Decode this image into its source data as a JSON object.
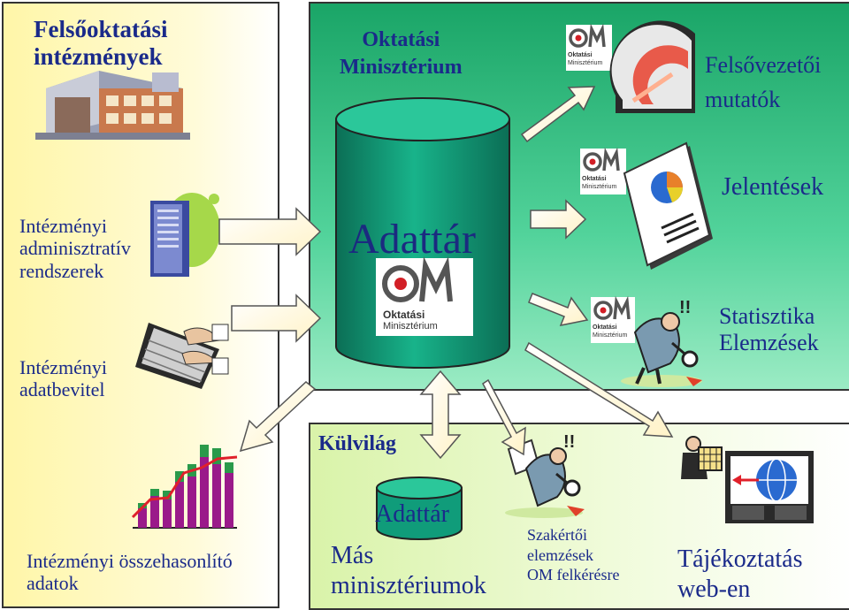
{
  "left": {
    "title": [
      "Felsőoktatási",
      "intézmények"
    ],
    "admin_systems": [
      "Intézményi",
      "adminisztratív",
      "rendszerek"
    ],
    "data_entry": [
      "Intézményi",
      "adatbevitel"
    ],
    "comparison": [
      "Intézményi összehasonlító",
      "adatok"
    ]
  },
  "ministry": {
    "title": [
      "Oktatási",
      "Minisztérium"
    ],
    "warehouse": "Adattár",
    "logo": {
      "mark": "OM",
      "line1": "Oktatási",
      "line2": "Minisztérium"
    },
    "outputs": {
      "executive": [
        "Felsővezetői",
        "mutatók"
      ],
      "reports": "Jelentések",
      "statistics": [
        "Statisztika",
        "Elemzések"
      ]
    }
  },
  "outside": {
    "title": "Külvilág",
    "warehouse": "Adattár",
    "other_ministries": [
      "Más",
      "minisztériumok"
    ],
    "experts": [
      "Szakértői",
      "elemzések",
      "OM felkérésre"
    ],
    "web": [
      "Tájékoztatás",
      "web-en"
    ]
  },
  "colors": {
    "text": "#1a2a8a",
    "ministry_green": "#1aa567",
    "left_yellow": "#fff6a8",
    "outer_green": "#d9f3a9",
    "cylinder": "#0f9b78",
    "om_red": "#d21f26"
  },
  "icons": [
    "building-icon",
    "server-icon",
    "keyboard-icon",
    "bar-chart-icon",
    "gauge-icon",
    "report-icon",
    "analyst-icon",
    "web-icon",
    "om-logo-icon"
  ]
}
